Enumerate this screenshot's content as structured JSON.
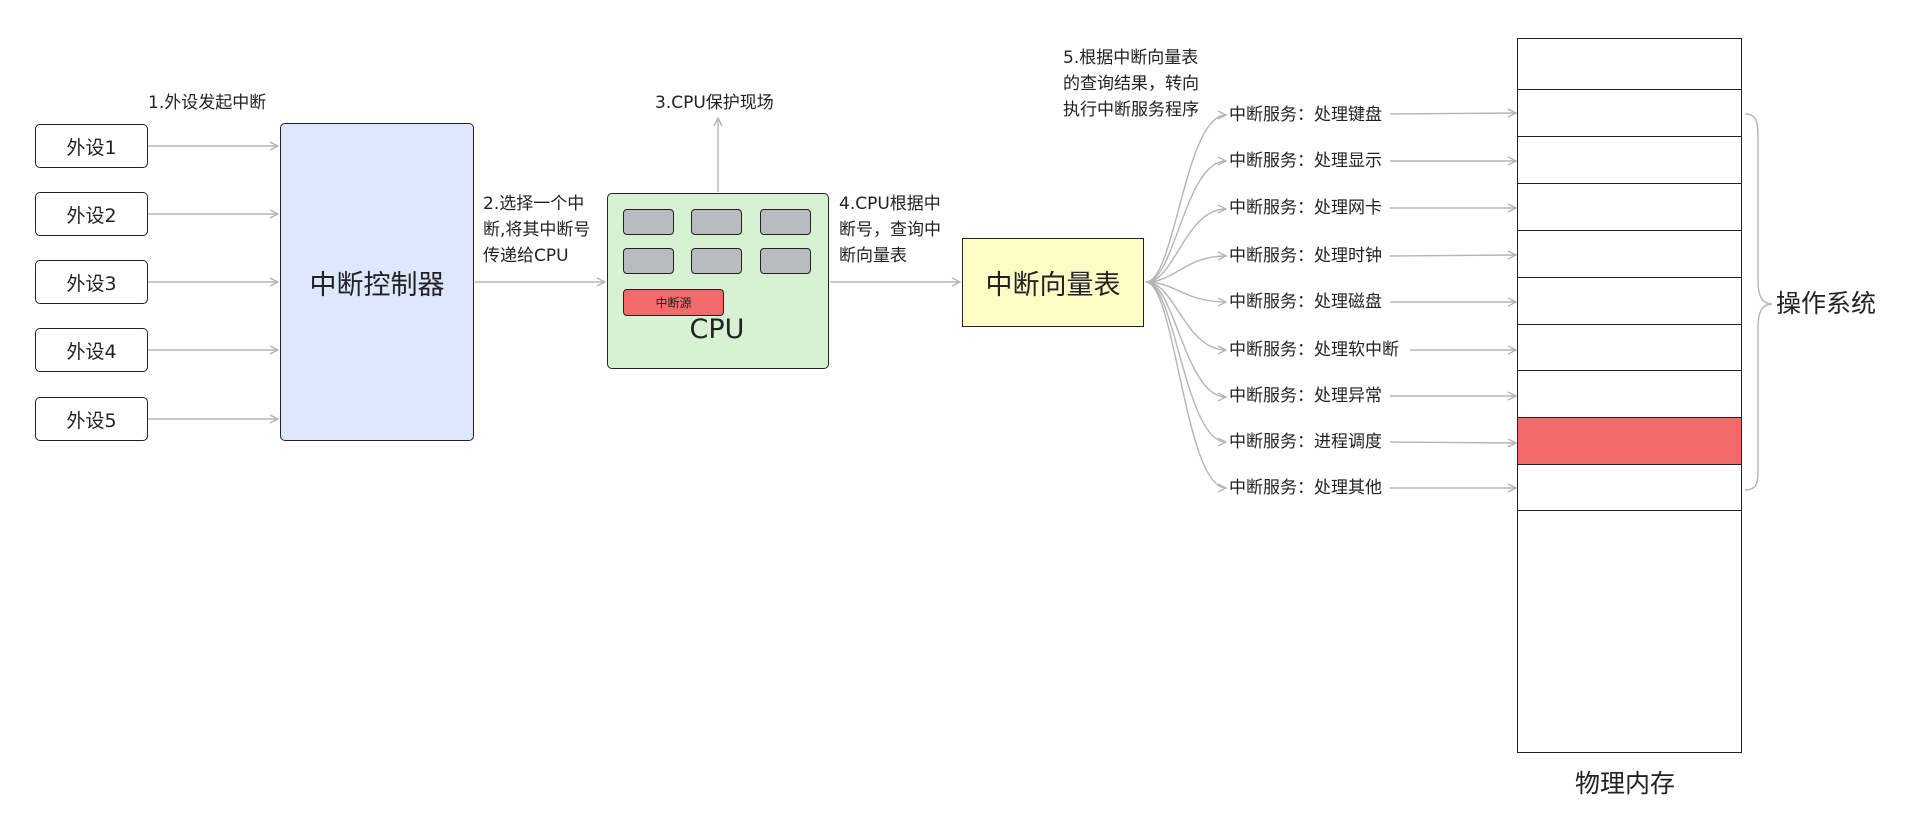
{
  "peripherals": [
    "外设1",
    "外设2",
    "外设3",
    "外设4",
    "外设5"
  ],
  "interrupt_controller": "中断控制器",
  "cpu": {
    "label": "CPU",
    "interrupt_source": "中断源"
  },
  "vector_table": "中断向量表",
  "steps": {
    "step1": "1.外设发起中断",
    "step2": "2.选择一个中断,将其中断号传递给CPU",
    "step3": "3.CPU保护现场",
    "step4": "4.CPU根据中断号，查询中断向量表",
    "step5": "5.根据中断向量表的查询结果，转向执行中断服务程序"
  },
  "services": [
    "中断服务：处理键盘",
    "中断服务：处理显示",
    "中断服务：处理网卡",
    "中断服务：处理时钟",
    "中断服务：处理磁盘",
    "中断服务：处理软中断",
    "中断服务：处理异常",
    "中断服务：进程调度",
    "中断服务：处理其他"
  ],
  "os_label": "操作系统",
  "memory_label": "物理内存",
  "colors": {
    "controller_fill": "#dde7fd",
    "cpu_fill": "#d6f2d3",
    "register_fill": "#b9bbc0",
    "interrupt_source_fill": "#f26a6a",
    "vector_table_fill": "#fdfcc7",
    "highlight_cell": "#f26a6a",
    "arrow": "#b5b5b5"
  }
}
